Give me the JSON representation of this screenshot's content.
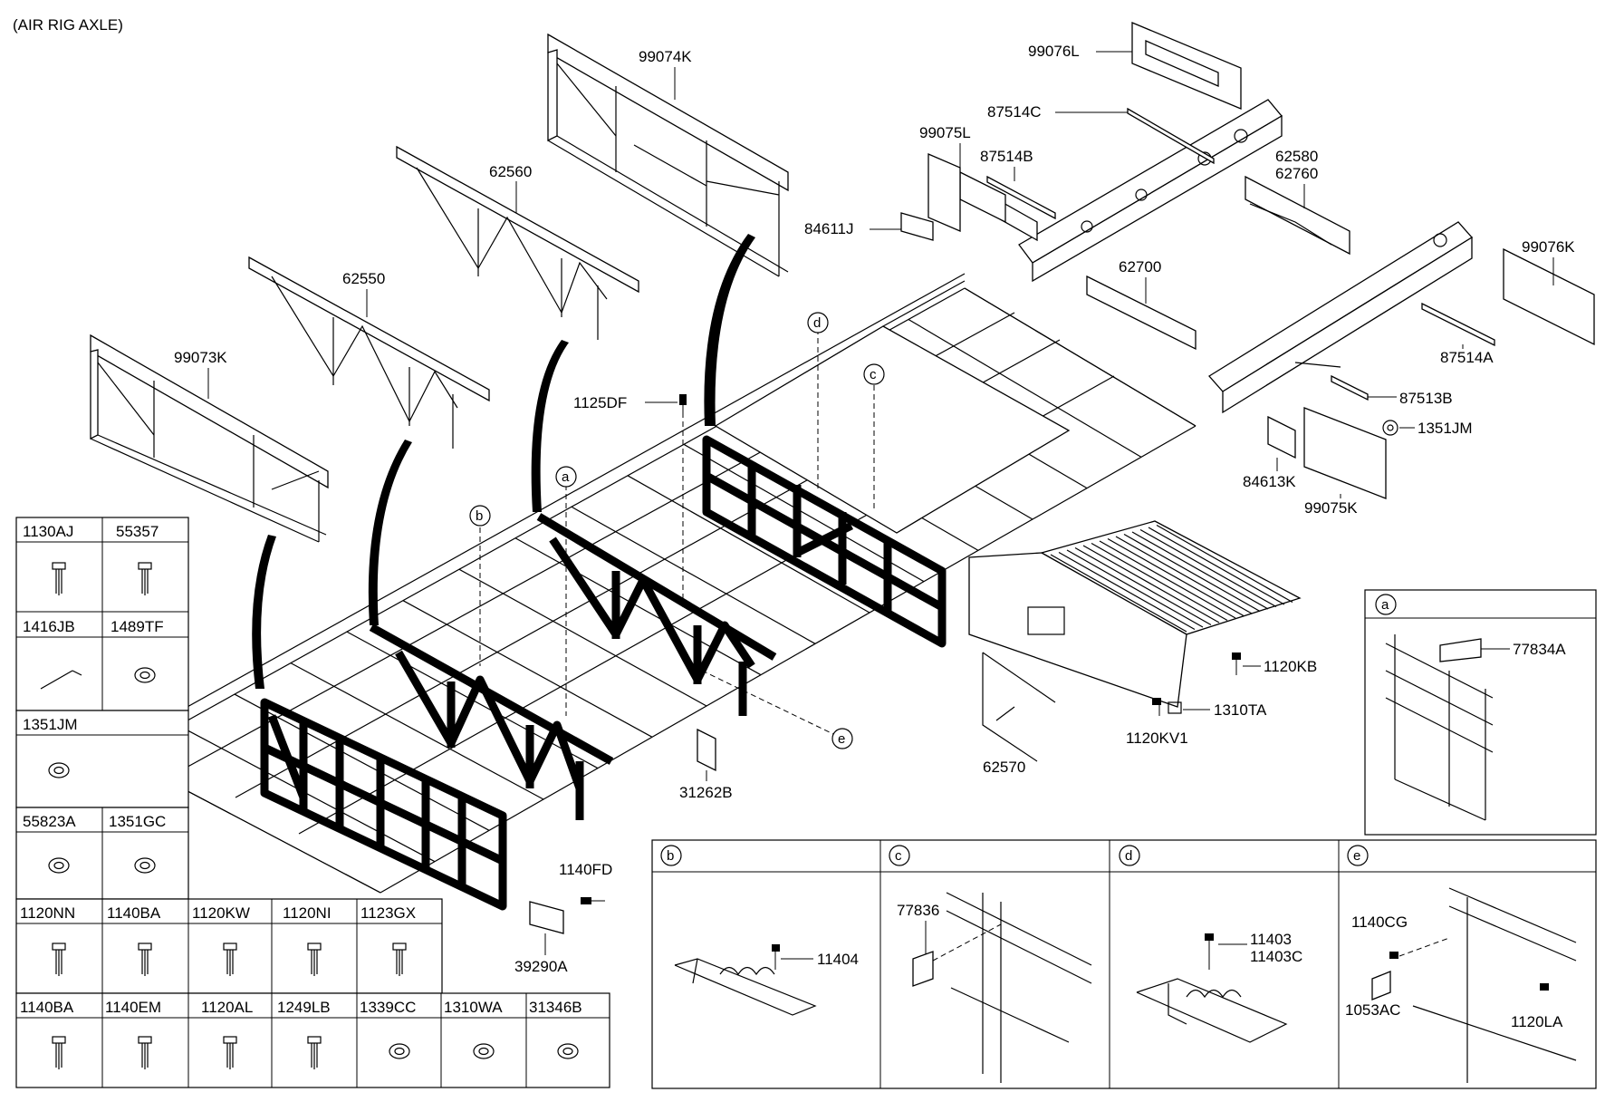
{
  "title": "(AIR RIG AXLE)",
  "callouts": {
    "p99074K": "99074K",
    "p62560": "62560",
    "p62550": "62550",
    "p99073K": "99073K",
    "p1125DF": "1125DF",
    "p99076L": "99076L",
    "p87514C": "87514C",
    "p99075L": "99075L",
    "p87514B": "87514B",
    "p84611J": "84611J",
    "p62580": "62580",
    "p62760": "62760",
    "p62700": "62700",
    "p99076K": "99076K",
    "p87514A": "87514A",
    "p87513B": "87513B",
    "p1351JM": "1351JM",
    "p84613K": "84613K",
    "p99075K": "99075K",
    "p1120KB": "1120KB",
    "p1310TA": "1310TA",
    "p1120KV1": "1120KV1",
    "p62570": "62570",
    "p31262B": "31262B",
    "p1140FD": "1140FD",
    "p39290A": "39290A"
  },
  "ref_letters": {
    "a": "a",
    "b": "b",
    "c": "c",
    "d": "d",
    "e": "e"
  },
  "hardware_table": {
    "row1": [
      "1130AJ",
      "55357"
    ],
    "row2": [
      "1416JB",
      "1489TF"
    ],
    "row3": [
      "1351JM"
    ],
    "row4": [
      "55823A",
      "1351GC"
    ],
    "row5": [
      "1120NN",
      "1140BA",
      "1120KW",
      "1120NI",
      "1123GX"
    ],
    "row6": [
      "1140BA",
      "1140EM",
      "1120AL",
      "1249LB",
      "1339CC",
      "1310WA",
      "31346B"
    ]
  },
  "detail_a": {
    "letter": "a",
    "parts": [
      "77834A"
    ]
  },
  "detail_b": {
    "letter": "b",
    "parts": [
      "11404"
    ]
  },
  "detail_c": {
    "letter": "c",
    "parts": [
      "77836"
    ]
  },
  "detail_d": {
    "letter": "d",
    "parts": [
      "11403",
      "11403C"
    ]
  },
  "detail_e": {
    "letter": "e",
    "parts": [
      "1140CG",
      "1053AC",
      "1120LA"
    ]
  }
}
